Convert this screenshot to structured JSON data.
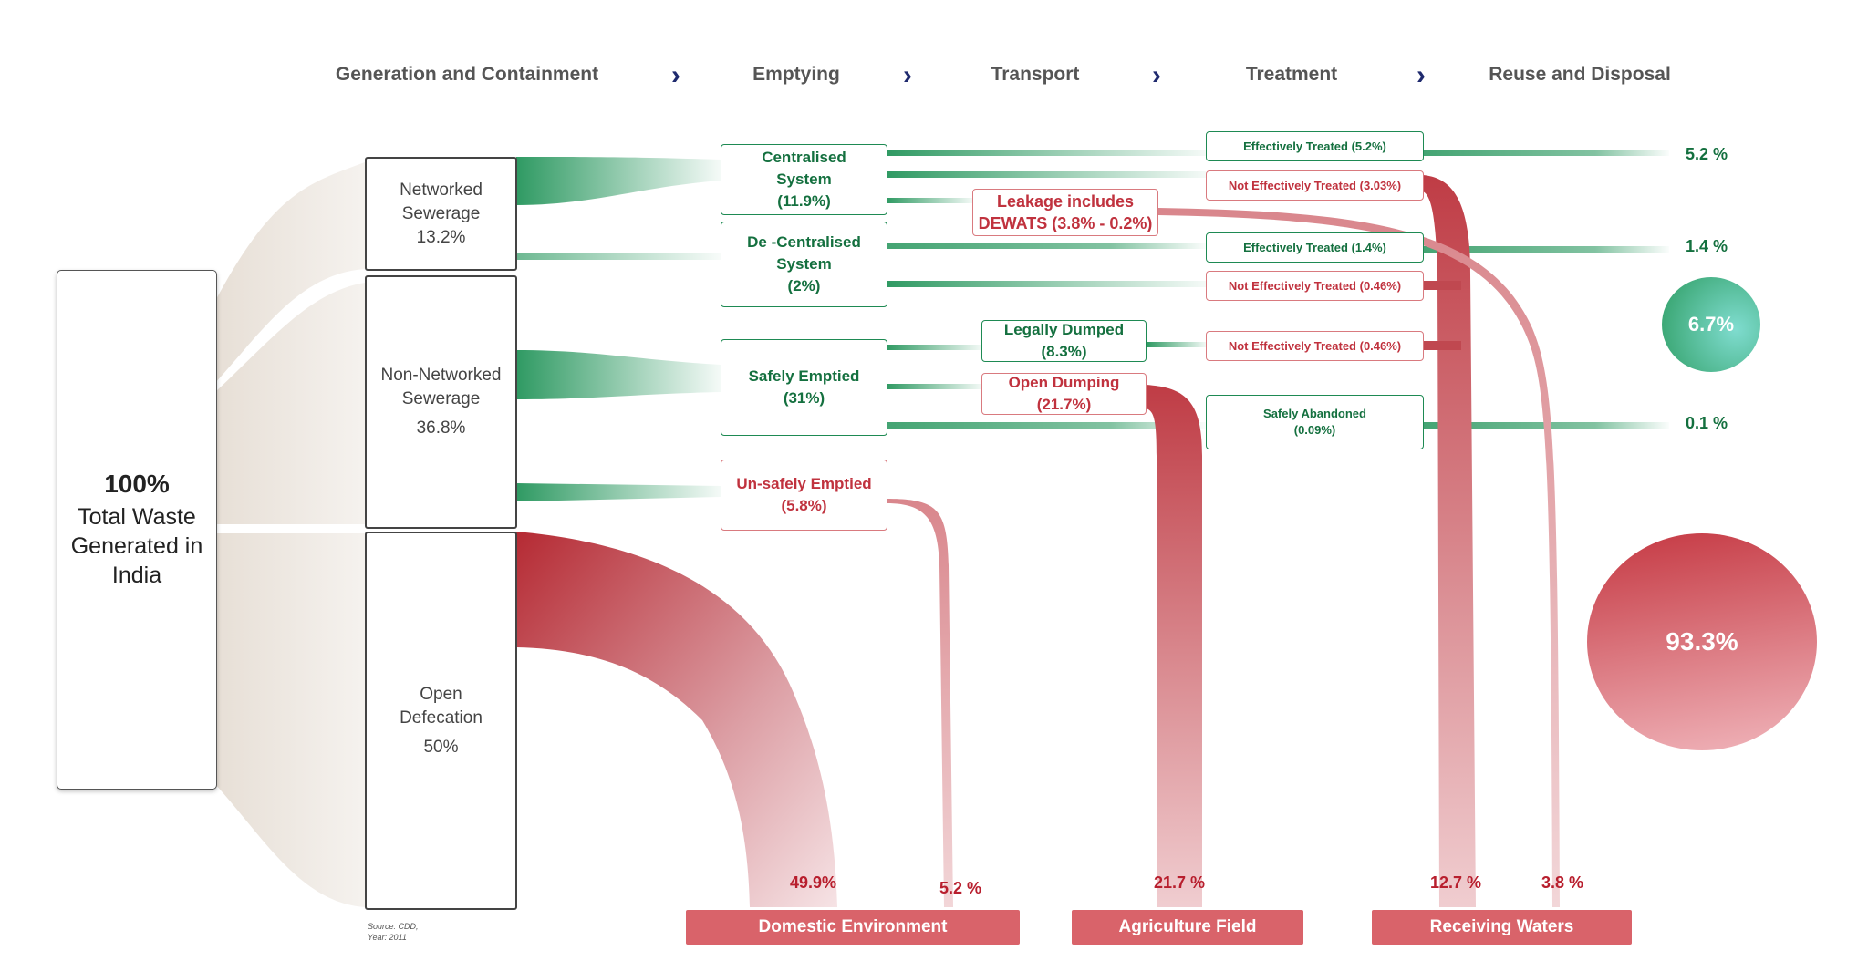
{
  "stages": [
    "Generation and Containment",
    "Emptying",
    "Transport",
    "Treatment",
    "Reuse and Disposal"
  ],
  "total": {
    "percent": "100%",
    "label_line1": "Total Waste",
    "label_line2": "Generated in",
    "label_line3": "India"
  },
  "containment": {
    "networked": {
      "line1": "Networked",
      "line2": "Sewerage",
      "value": "13.2%"
    },
    "non_networked": {
      "line1": "Non-Networked",
      "line2": "Sewerage",
      "value": "36.8%"
    },
    "open_defecation": {
      "line1": "Open",
      "line2": "Defecation",
      "value": "50%"
    }
  },
  "emptying": {
    "centralised": {
      "line1": "Centralised",
      "line2": "System",
      "line3": "(11.9%)"
    },
    "decentralised": {
      "line1": "De -Centralised",
      "line2": "System",
      "line3": "(2%)"
    },
    "safely_emptied": {
      "line1": "Safely Emptied",
      "line2": "(31%)"
    },
    "unsafely_emptied": {
      "line1": "Un-safely Emptied",
      "line2": "(5.8%)"
    }
  },
  "transport": {
    "leakage": {
      "line1": "Leakage includes",
      "line2": "DEWATS (3.8% - 0.2%)"
    },
    "legally_dumped": {
      "line1": "Legally Dumped",
      "line2": "(8.3%)"
    },
    "open_dumping": {
      "line1": "Open Dumping",
      "line2": "(21.7%)"
    }
  },
  "treatment": {
    "eff_1": "Effectively Treated (5.2%)",
    "not_eff_1": "Not Effectively Treated (3.03%)",
    "eff_2": "Effectively Treated (1.4%)",
    "not_eff_2": "Not Effectively Treated (0.46%)",
    "not_eff_3": "Not Effectively Treated (0.46%)",
    "safely_abandoned_line1": "Safely Abandoned",
    "safely_abandoned_line2": "(0.09%)"
  },
  "reuse": {
    "p1": "5.2 %",
    "p2": "1.4 %",
    "p3": "0.1 %"
  },
  "circles": {
    "safe": "6.7%",
    "unsafe": "93.3%"
  },
  "bottom_pcts": {
    "domestic_od": "49.9%",
    "domestic_unsafe": "5.2 %",
    "agri": "21.7 %",
    "water_main": "12.7 %",
    "water_leak": "3.8 %"
  },
  "destinations": {
    "domestic": "Domestic Environment",
    "agriculture": "Agriculture Field",
    "waters": "Receiving Waters"
  },
  "source": {
    "line1": "Source: CDD,",
    "line2": "Year: 2011"
  },
  "colors": {
    "green": "#1e8a53",
    "red": "#b52a33",
    "dest": "#d9636a"
  }
}
